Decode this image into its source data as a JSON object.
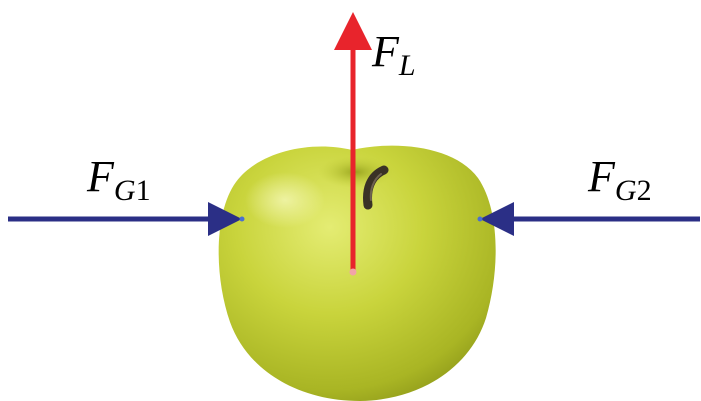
{
  "diagram": {
    "forces": [
      {
        "id": "lift",
        "symbol": "F",
        "subscript": "L",
        "subscript_digit": "",
        "color": "#e8242c"
      },
      {
        "id": "grip1",
        "symbol": "F",
        "subscript": "G",
        "subscript_digit": "1",
        "color": "#2b2f86"
      },
      {
        "id": "grip2",
        "symbol": "F",
        "subscript": "G",
        "subscript_digit": "2",
        "color": "#2b2f86"
      }
    ],
    "object": {
      "name": "apple",
      "color": "#c7d33a"
    }
  }
}
